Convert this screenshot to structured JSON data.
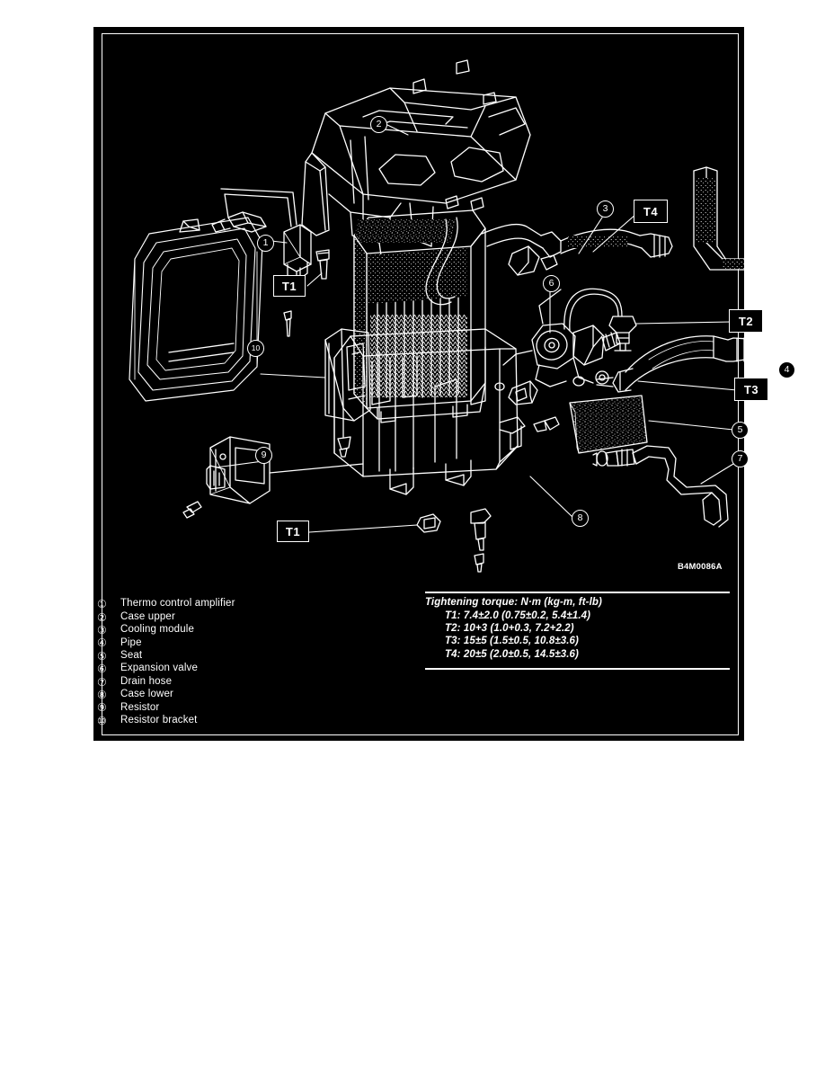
{
  "figure": {
    "code": "B4M0086A",
    "background_color": "#000000",
    "line_color": "#ffffff"
  },
  "legend": {
    "items": [
      {
        "num": "1",
        "marker": "①",
        "label": "Thermo control amplifier"
      },
      {
        "num": "2",
        "marker": "②",
        "label": "Case upper"
      },
      {
        "num": "3",
        "marker": "③",
        "label": "Cooling module"
      },
      {
        "num": "4",
        "marker": "④",
        "label": "Pipe"
      },
      {
        "num": "5",
        "marker": "⑤",
        "label": "Seat"
      },
      {
        "num": "6",
        "marker": "⑥",
        "label": "Expansion valve"
      },
      {
        "num": "7",
        "marker": "⑦",
        "label": "Drain hose"
      },
      {
        "num": "8",
        "marker": "⑧",
        "label": "Case lower"
      },
      {
        "num": "9",
        "marker": "⑨",
        "label": "Resistor"
      },
      {
        "num": "10",
        "marker": "⑩",
        "label": "Resistor bracket"
      }
    ]
  },
  "torque_table": {
    "title": "Tightening torque: N·m (kg-m, ft-lb)",
    "rows": [
      "T1: 7.4±2.0 (0.75±0.2, 5.4±1.4)",
      "T2: 10+3 (1.0+0.3, 7.2+2.2)",
      "T3: 15±5 (1.5±0.5, 10.8±3.6)",
      "T4: 20±5 (2.0±0.5, 14.5±3.6)"
    ]
  },
  "callouts": {
    "torque_labels": [
      {
        "id": "t1-upper",
        "text": "T1"
      },
      {
        "id": "t4",
        "text": "T4"
      },
      {
        "id": "t2",
        "text": "T2"
      },
      {
        "id": "t3",
        "text": "T3"
      },
      {
        "id": "t1-lower",
        "text": "T1"
      }
    ],
    "part_markers": [
      {
        "id": "c1",
        "text": "1"
      },
      {
        "id": "c2",
        "text": "2"
      },
      {
        "id": "c3",
        "text": "3"
      },
      {
        "id": "c4",
        "text": "4"
      },
      {
        "id": "c5",
        "text": "5"
      },
      {
        "id": "c6",
        "text": "6"
      },
      {
        "id": "c7",
        "text": "7"
      },
      {
        "id": "c8",
        "text": "8"
      },
      {
        "id": "c9",
        "text": "9"
      },
      {
        "id": "c10",
        "text": "10"
      }
    ]
  }
}
